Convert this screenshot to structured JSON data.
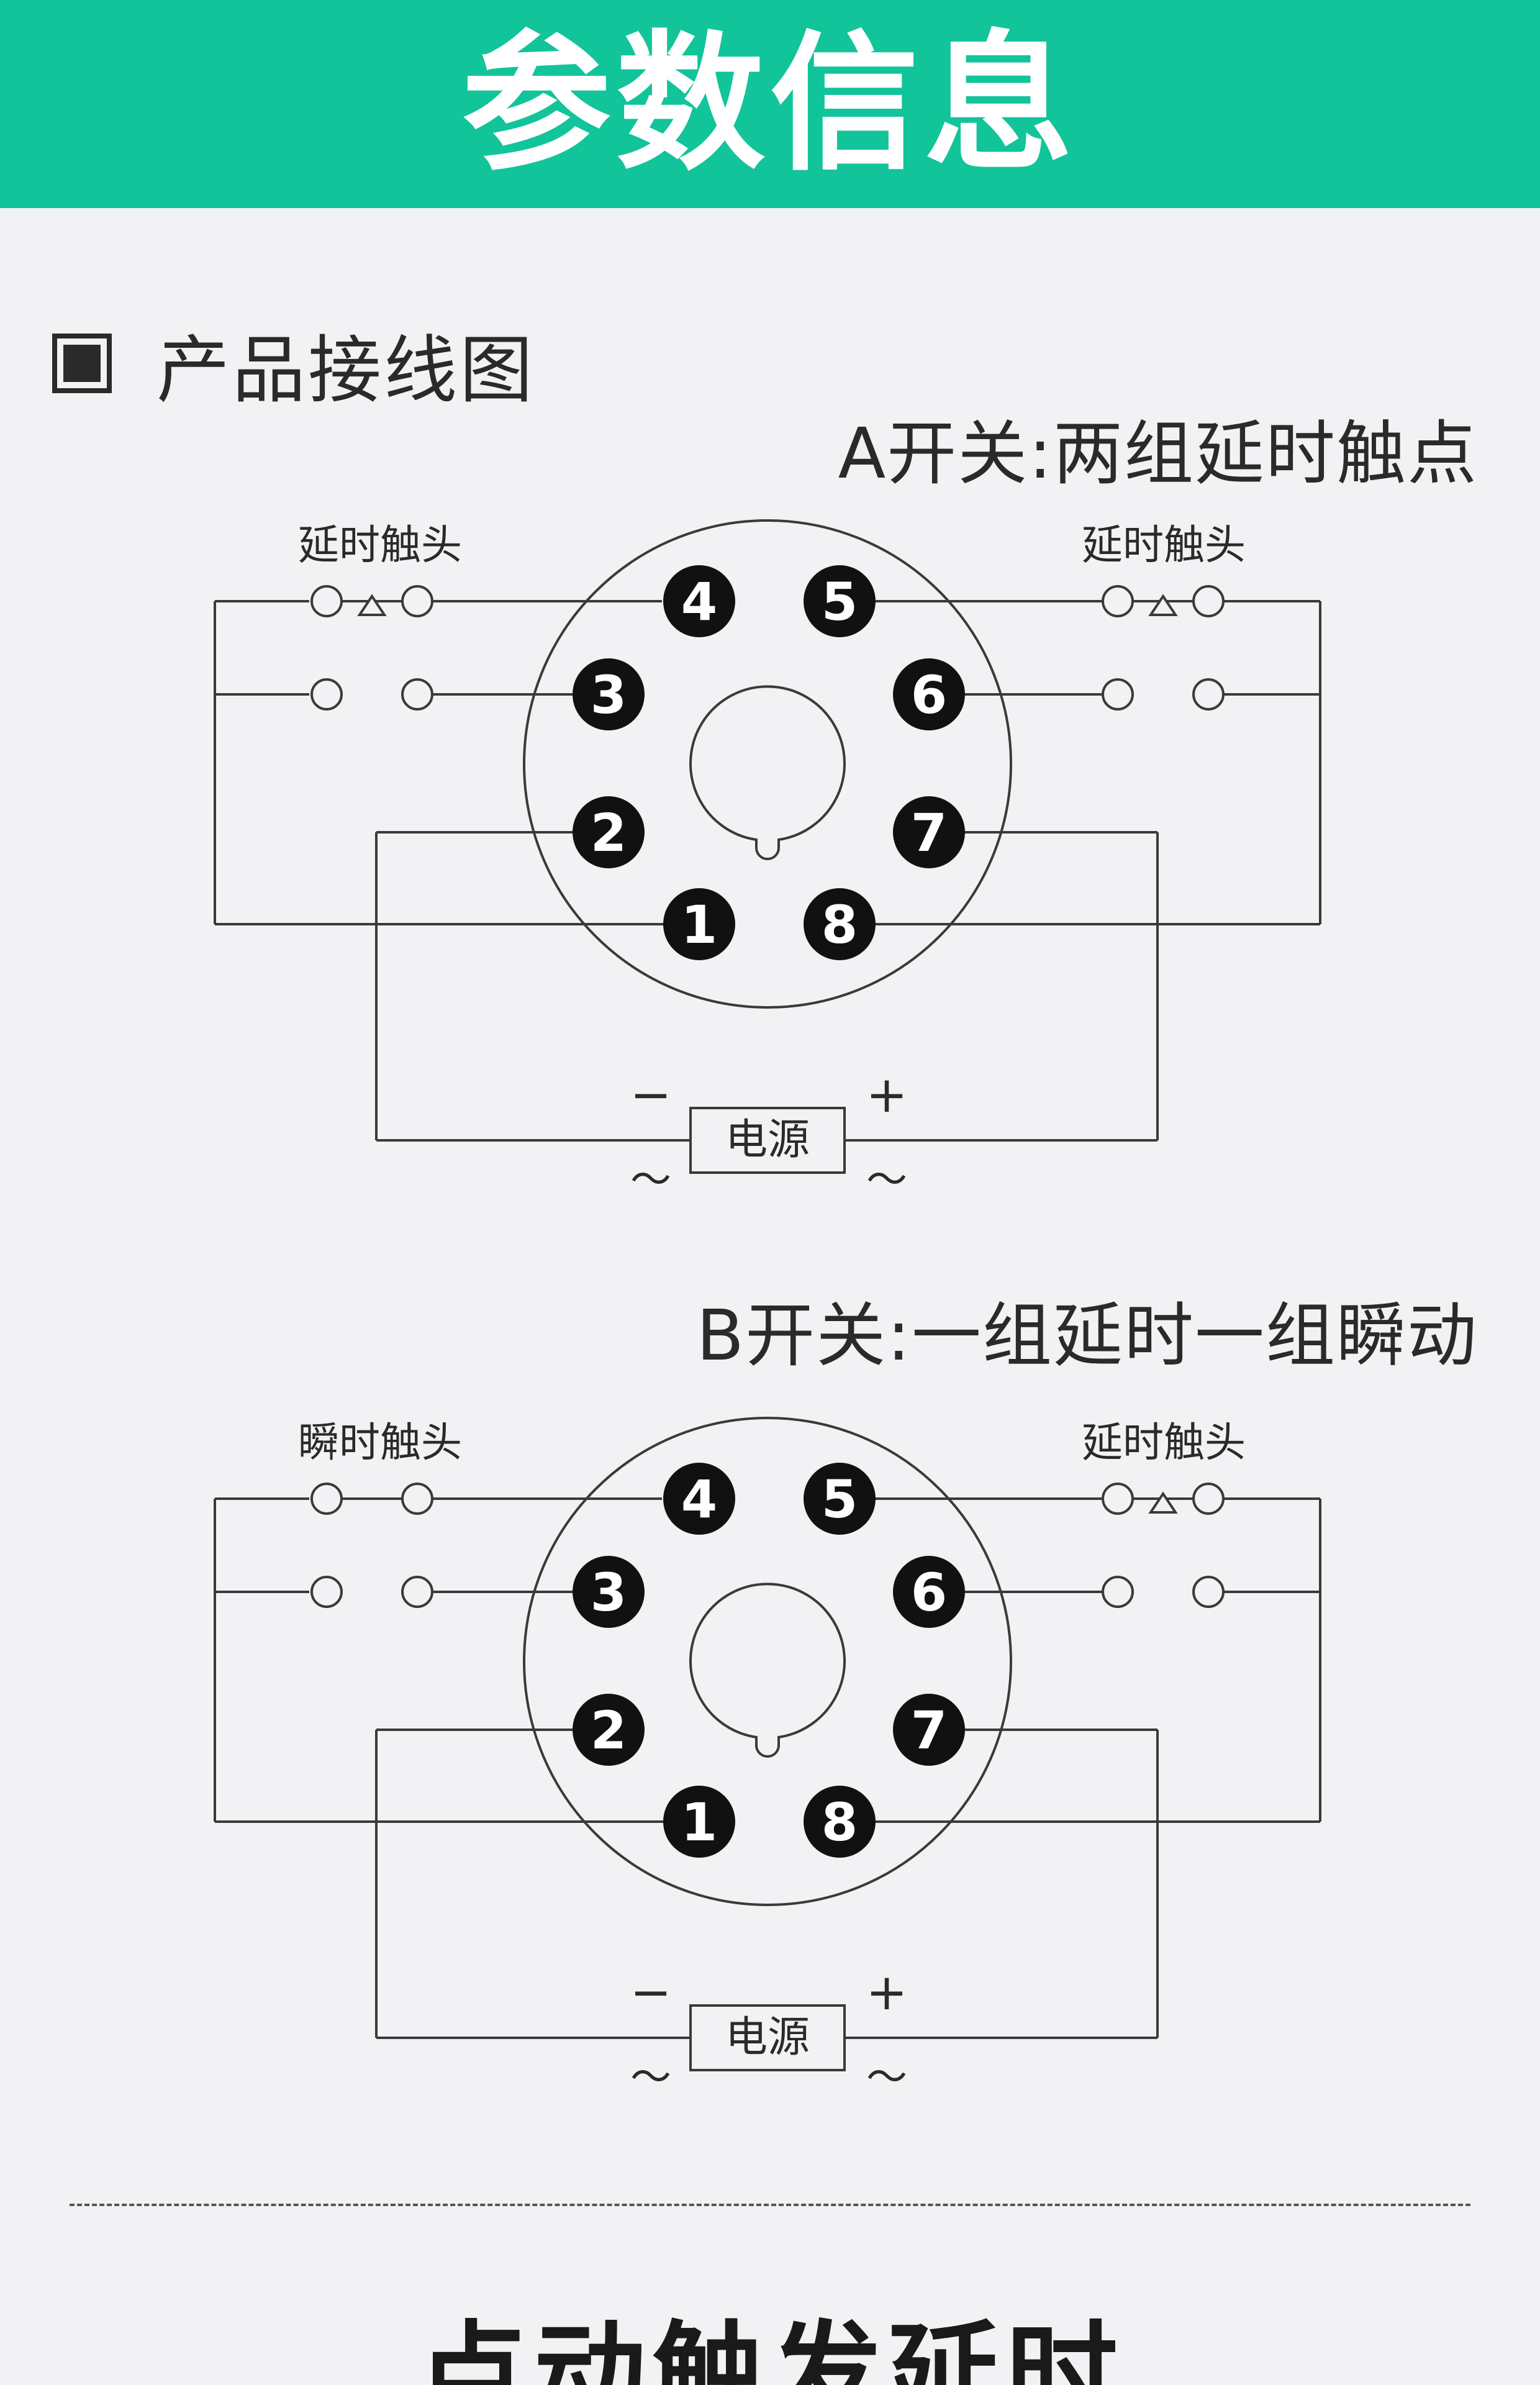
{
  "header": {
    "title": "参数信息"
  },
  "section": {
    "label": "产品接线图"
  },
  "diagrams": [
    {
      "title": "A开关:两组延时触点",
      "left_contact_label": "延时触头",
      "right_contact_label": "延时触头",
      "left_delay_mark": true,
      "right_delay_mark": true,
      "power_label": "电源",
      "minus_sign": "−",
      "plus_sign": "+",
      "ac_left": "～",
      "ac_right": "～",
      "pins": [
        "4",
        "5",
        "3",
        "6",
        "2",
        "7",
        "1",
        "8"
      ]
    },
    {
      "title": "B开关:一组延时一组瞬动",
      "left_contact_label": "瞬时触头",
      "right_contact_label": "延时触头",
      "left_delay_mark": false,
      "right_delay_mark": true,
      "power_label": "电源",
      "minus_sign": "−",
      "plus_sign": "+",
      "ac_left": "～",
      "ac_right": "～",
      "pins": [
        "4",
        "5",
        "3",
        "6",
        "2",
        "7",
        "1",
        "8"
      ]
    }
  ],
  "footer": {
    "heading": "点动触发延时"
  },
  "colors": {
    "header_bg": "#12c49a",
    "line": "#3a3a3a",
    "pin_fill": "#111111"
  }
}
